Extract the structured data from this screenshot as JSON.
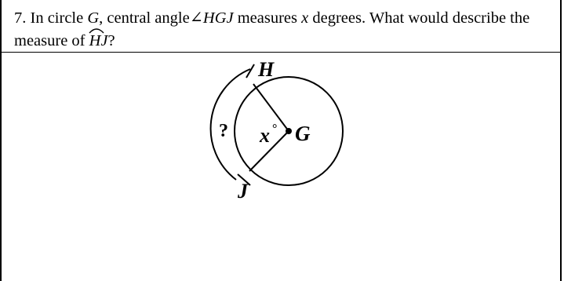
{
  "question": {
    "number": "7.",
    "part1": "In circle ",
    "circle_name": "G",
    "part2": ", central angle",
    "angle_symbol": "∠",
    "angle_name": "HGJ",
    "part3": " measures ",
    "variable": "x",
    "part4": " degrees.  What would describe the measure of ",
    "arc_name": "HJ",
    "part5": "?"
  },
  "figure": {
    "label_h": "H",
    "label_j": "J",
    "label_g": "G",
    "label_x": "x",
    "degree_symbol": "°",
    "label_unknown": "?"
  }
}
